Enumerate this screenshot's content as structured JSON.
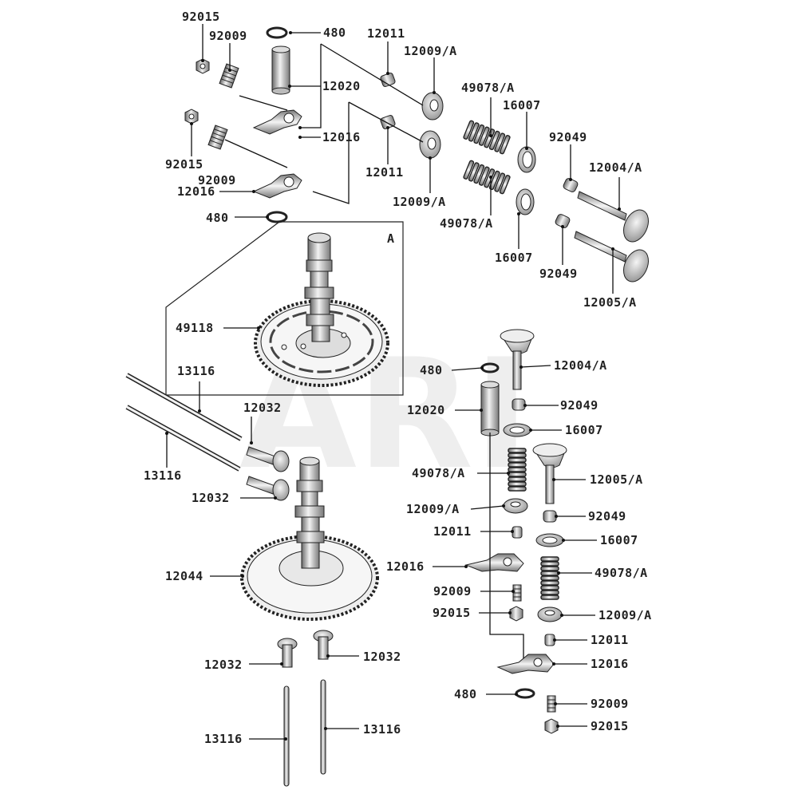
{
  "watermark": "ARI",
  "detail_marker": "A",
  "labels": {
    "p92015_top": "92015",
    "p92009_top": "92009",
    "p480_top": "480",
    "p12011_top": "12011",
    "p12009A_top": "12009/A",
    "p12020_top": "12020",
    "p49078A_top": "49078/A",
    "p16007_top": "16007",
    "p12016_top": "12016",
    "p92049_top": "92049",
    "p12004A_top": "12004/A",
    "p92015_mid": "92015",
    "p92009_mid": "92009",
    "p12011_mid": "12011",
    "p12016_mid": "12016",
    "p12009A_mid": "12009/A",
    "p480_mid": "480",
    "p49078A_mid": "49078/A",
    "p16007_mid": "16007",
    "p92049_mid": "92049",
    "p12005A_top": "12005/A",
    "p49118": "49118",
    "p13116_a": "13116",
    "p12032_a": "12032",
    "p13116_b": "13116",
    "p12032_b": "12032",
    "p12044": "12044",
    "p12032_c": "12032",
    "p12032_d": "12032",
    "p13116_c": "13116",
    "p13116_d": "13116",
    "r480_a": "480",
    "r12004A": "12004/A",
    "r12020": "12020",
    "r92049_a": "92049",
    "r16007_a": "16007",
    "r49078A_a": "49078/A",
    "r12005A": "12005/A",
    "r12009A_a": "12009/A",
    "r92049_b": "92049",
    "r12011_a": "12011",
    "r16007_b": "16007",
    "r12016_a": "12016",
    "r49078A_b": "49078/A",
    "r92009_a": "92009",
    "r92015_a": "92015",
    "r12009A_b": "12009/A",
    "r12011_b": "12011",
    "r12016_b": "12016",
    "r480_b": "480",
    "r92009_b": "92009",
    "r92015_b": "92015"
  }
}
